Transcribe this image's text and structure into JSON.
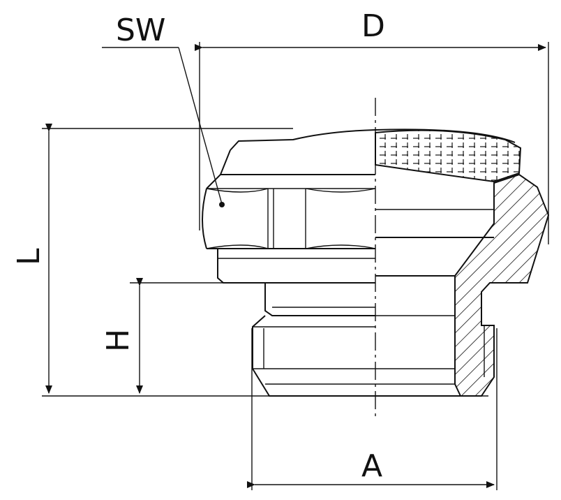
{
  "drawing": {
    "labels": {
      "sw": "SW",
      "d": "D",
      "l": "L",
      "h": "H",
      "a": "A"
    },
    "colors": {
      "ink": "#111111",
      "background": "#ffffff"
    }
  }
}
